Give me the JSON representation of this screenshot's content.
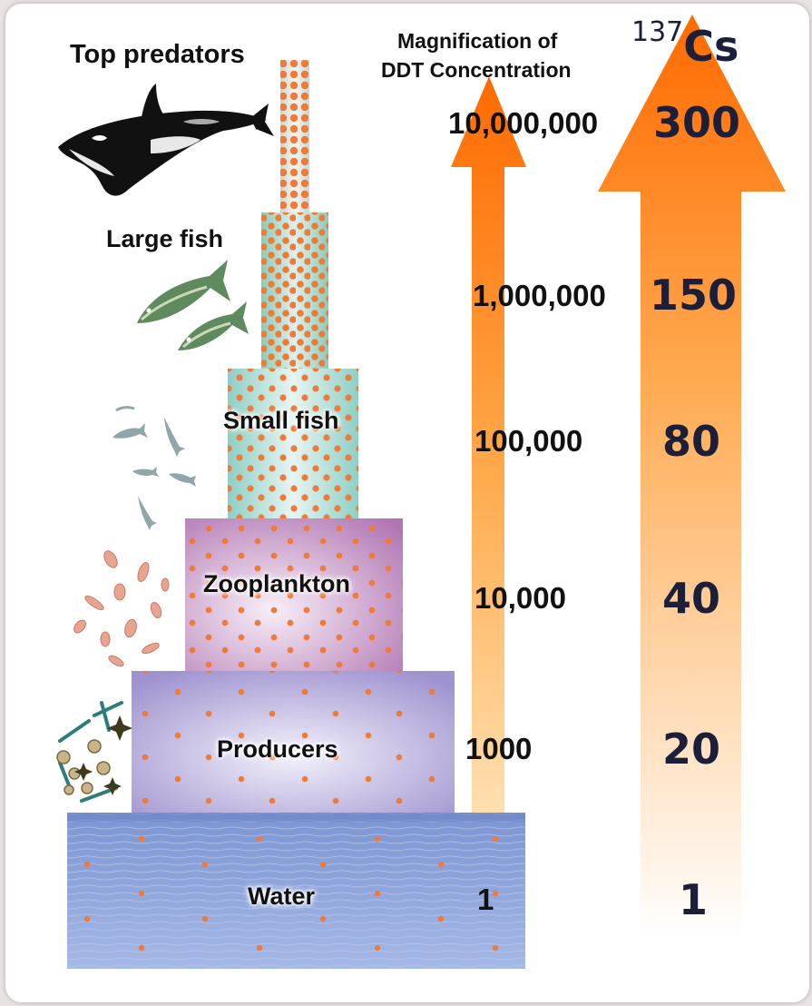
{
  "animals": {
    "top": "Top predators",
    "large": "Large fish"
  },
  "tiers": {
    "small_fish": "Small fish",
    "zooplankton": "Zooplankton",
    "producers": "Producers",
    "water": "Water"
  },
  "columns": {
    "ddt_title_line1": "Magnification of",
    "ddt_title_line2": "DDT Concentration",
    "cs_mass": "137",
    "cs_symbol": "Cs"
  },
  "ddt_values": [
    "10,000,000",
    "1,000,000",
    "100,000",
    "10,000",
    "1000",
    "1"
  ],
  "cs_values": [
    "300",
    "150",
    "80",
    "40",
    "20",
    "1"
  ],
  "colors": {
    "arrow_top": "#ff6a00",
    "arrow_bottom": "#fff4d6",
    "cs_text": "#1c1f3a",
    "particle": "#f07a3a"
  },
  "icons": [
    "orca-icon",
    "large-fish-icon",
    "small-fish-icon",
    "zooplankton-icon",
    "producers-icon"
  ]
}
